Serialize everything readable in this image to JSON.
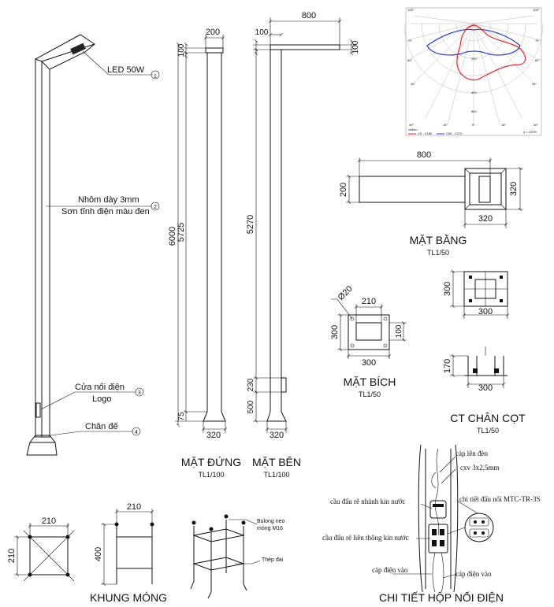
{
  "pole": {
    "callouts": [
      {
        "num": "1",
        "text": "LED 50W"
      },
      {
        "num": "2",
        "text": "Nhôm dày 3mm",
        "text2": "Sơn tĩnh điện màu đen"
      },
      {
        "num": "3",
        "text": "Cửa nối điện",
        "text2": "Logo"
      },
      {
        "num": "4",
        "text": "Chân đế"
      }
    ]
  },
  "front": {
    "dims": {
      "top": "200",
      "cap": "100",
      "total": "6000",
      "shaft": "5725",
      "base": "75",
      "foot": "320"
    },
    "title": "MẶT ĐỨNG",
    "scale": "TL1/100"
  },
  "side": {
    "dims": {
      "arm": "800",
      "cap": "100",
      "cap_r": "100",
      "shaft": "5270",
      "door": "230",
      "base": "500",
      "foot": "320"
    },
    "title": "MẶT BÊN",
    "scale": "TL1/100"
  },
  "plan": {
    "dims": {
      "len": "800",
      "w": "200",
      "plate": "320",
      "plate_w": "320"
    },
    "title": "MẶT BẰNG",
    "scale": "TL1/50"
  },
  "flange": {
    "dims": {
      "hole": "Ø20",
      "top": "210",
      "side": "300",
      "inner": "100",
      "bottom": "300"
    },
    "title": "MẶT BÍCH",
    "scale": "TL1/50"
  },
  "base_detail": {
    "dims": {
      "h": "300",
      "w": "300",
      "h2": "170",
      "w2": "300"
    },
    "title": "CT CHÂN CỌT",
    "scale": "TL1/50"
  },
  "foundation": {
    "dims": {
      "top": "210",
      "side": "210",
      "w": "210",
      "h": "400"
    },
    "labels": {
      "bolt": "Bulong neo",
      "bolt2": "móng M16",
      "ring": "Thép đai"
    },
    "title": "KHUNG MÓNG"
  },
  "junction": {
    "labels": {
      "cable_up": "cáp lên đèn",
      "cable_spec": "cxv 3x2,5mm",
      "branch": "cầu đấu rẽ nhánh kín nước",
      "detail": "chi tiết đấu nối MTC-TR-3S",
      "through": "cầu đấu rẽ liên thông kín nước",
      "in1": "cáp điện vào",
      "in2": "cáp điện vào"
    },
    "title": "CHI TIẾT HỘP NỐI ĐIỆN"
  },
  "polar": {
    "legend": {
      "title": "cd/klm",
      "c0": "C0 - C180",
      "c90": "C90 - C270",
      "eta": "η = 100%"
    },
    "angles_top": [
      "105°",
      "105°"
    ],
    "angles_side": [
      "75°",
      "60°",
      "45°"
    ],
    "angles_bottom": [
      "30°",
      "15°",
      "0°",
      "15°",
      "30°"
    ],
    "rings": [
      "200",
      "400",
      "600"
    ],
    "colors": {
      "c0": "#e0282e",
      "c90": "#2a3fd8"
    }
  }
}
